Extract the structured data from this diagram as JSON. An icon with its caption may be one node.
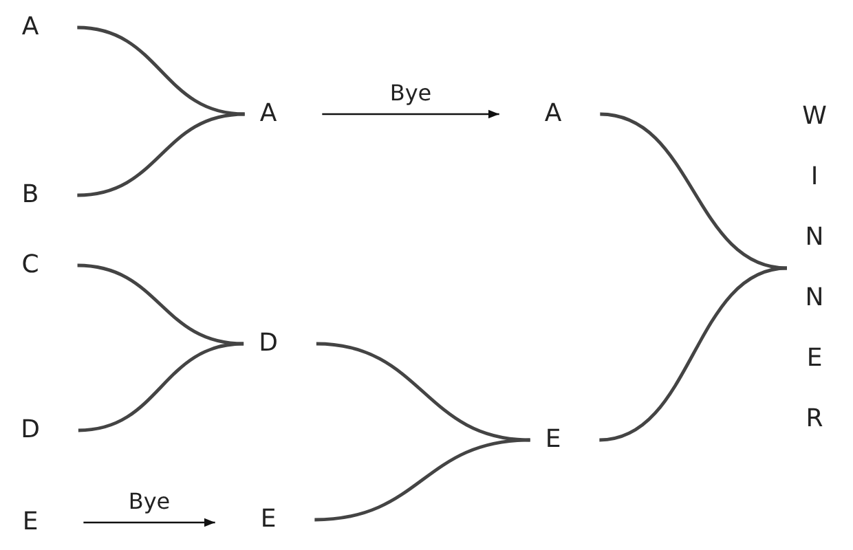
{
  "diagram": {
    "nodes": [
      {
        "text": [
          "A"
        ]
      },
      {
        "text": [
          "B"
        ]
      },
      {
        "text": [
          "C"
        ]
      },
      {
        "text": [
          "D"
        ]
      },
      {
        "text": [
          "E"
        ]
      },
      {
        "text": [
          "A"
        ]
      },
      {
        "text": [
          "D"
        ]
      },
      {
        "text": [
          "E"
        ]
      },
      {
        "text": [
          "A"
        ]
      },
      {
        "text": [
          "E"
        ]
      },
      {
        "text": [
          "WINNER"
        ]
      }
    ],
    "edges": [
      {
        "from": 0,
        "to": 5,
        "arrow": "none"
      },
      {
        "from": 1,
        "to": 5,
        "arrow": "none"
      },
      {
        "from": 2,
        "to": 6,
        "arrow": "none"
      },
      {
        "from": 3,
        "to": 6,
        "arrow": "none"
      },
      {
        "from": 5,
        "to": 8,
        "arrow": "to",
        "label": "Bye"
      },
      {
        "from": 4,
        "to": 7,
        "arrow": "to",
        "label": "Bye"
      },
      {
        "from": 6,
        "to": 9,
        "arrow": "none"
      },
      {
        "from": 7,
        "to": 9,
        "arrow": "none"
      },
      {
        "from": 8,
        "to": 10,
        "arrow": "none"
      },
      {
        "from": 9,
        "to": 10,
        "arrow": "none"
      }
    ]
  }
}
